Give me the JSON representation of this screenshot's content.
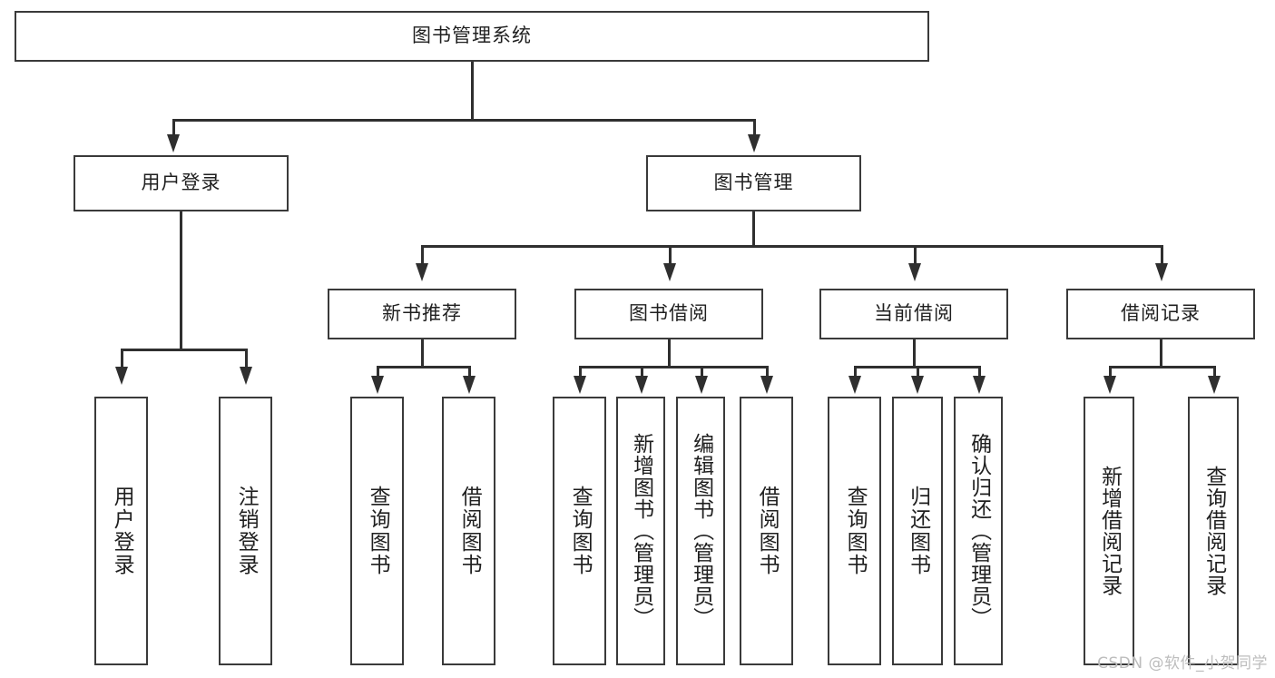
{
  "diagram": {
    "title": "图书管理系统",
    "watermark": "CSDN @软件_小贺同学",
    "colors": {
      "box_border": "#3a3a3a",
      "line": "#2f2f2f",
      "background": "#ffffff",
      "text": "#1f1f1f",
      "watermark": "#bdbdbd"
    },
    "root": {
      "label": "图书管理系统"
    },
    "level2": [
      {
        "label": "用户登录"
      },
      {
        "label": "图书管理"
      }
    ],
    "level3": [
      {
        "label": "新书推荐"
      },
      {
        "label": "图书借阅"
      },
      {
        "label": "当前借阅"
      },
      {
        "label": "借阅记录"
      }
    ],
    "leaves": {
      "user_login": [
        {
          "label": "用户登录"
        },
        {
          "label": "注销登录"
        }
      ],
      "new_book_recommend": [
        {
          "label": "查询图书"
        },
        {
          "label": "借阅图书"
        }
      ],
      "book_borrow": [
        {
          "label": "查询图书"
        },
        {
          "label": "新增图书（管理员）"
        },
        {
          "label": "编辑图书（管理员）"
        },
        {
          "label": "借阅图书"
        }
      ],
      "current_borrow": [
        {
          "label": "查询图书"
        },
        {
          "label": "归还图书"
        },
        {
          "label": "确认归还（管理员）"
        }
      ],
      "borrow_records": [
        {
          "label": "新增借阅记录"
        },
        {
          "label": "查询借阅记录"
        }
      ]
    }
  }
}
